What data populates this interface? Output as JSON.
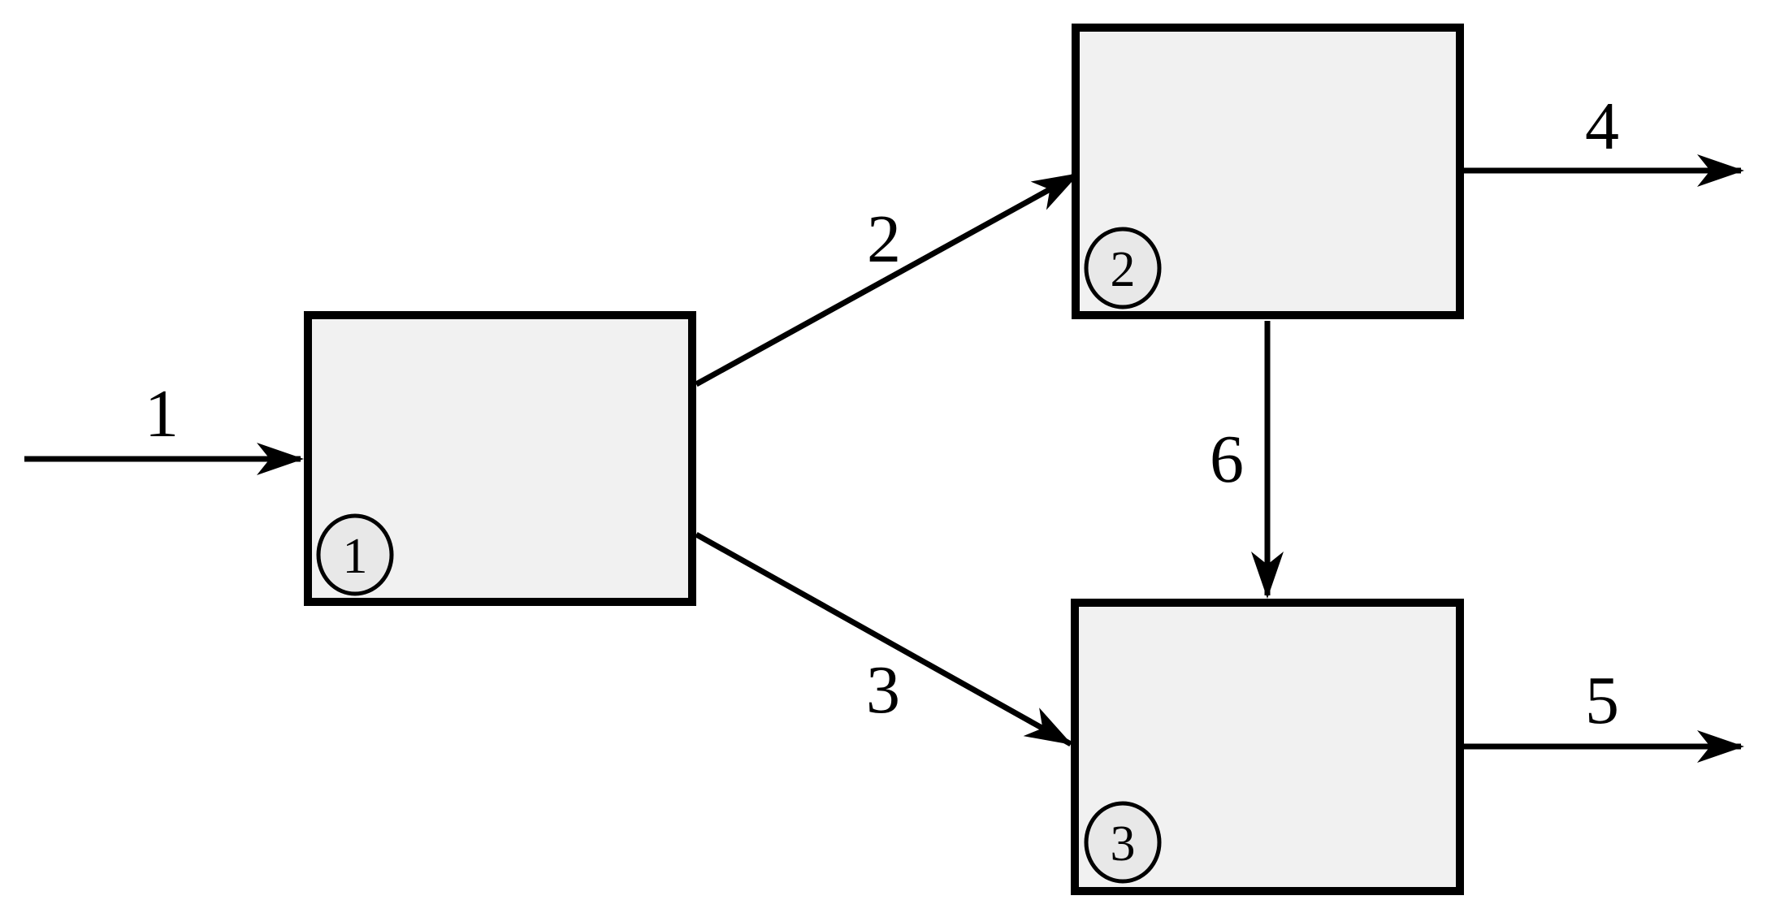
{
  "diagram": {
    "type": "process-flow-block-diagram",
    "background": "#ffffff",
    "colors": {
      "box_fill": "#f1f1f1",
      "box_stroke": "#000000",
      "badge_fill": "#e8e8e8",
      "badge_stroke": "#000000",
      "stream_stroke": "#000000"
    },
    "units": [
      {
        "id": "unit-1",
        "badge": "1"
      },
      {
        "id": "unit-2",
        "badge": "2"
      },
      {
        "id": "unit-3",
        "badge": "3"
      }
    ],
    "streams": [
      {
        "label": "1",
        "from": "feed",
        "to": "unit-1"
      },
      {
        "label": "2",
        "from": "unit-1",
        "to": "unit-2"
      },
      {
        "label": "3",
        "from": "unit-1",
        "to": "unit-3"
      },
      {
        "label": "4",
        "from": "unit-2",
        "to": "outlet"
      },
      {
        "label": "5",
        "from": "unit-3",
        "to": "outlet"
      },
      {
        "label": "6",
        "from": "unit-2",
        "to": "unit-3"
      }
    ]
  }
}
